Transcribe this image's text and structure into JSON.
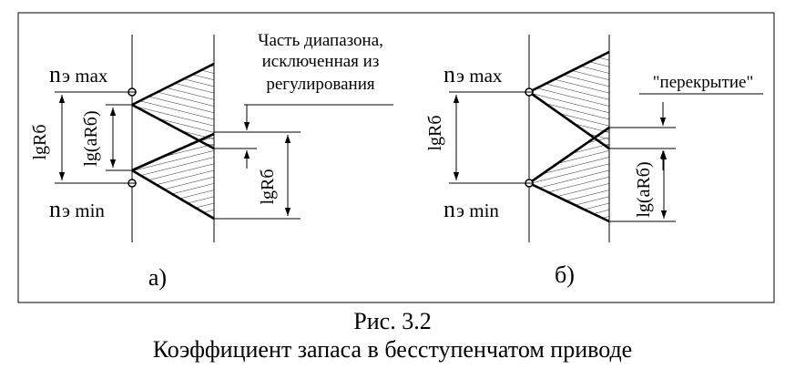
{
  "panel_a": {
    "annotation_lines": [
      "Часть диапазона,",
      "исключенная из",
      "регулирования"
    ],
    "n_max_sym": "n",
    "n_max_sub": "э max",
    "n_min_sym": "n",
    "n_min_sub": "э min",
    "lg_rb_left": "lgRб",
    "lg_arb": "lg(aRб)",
    "lg_rb_right": "lgRб",
    "label": "а)"
  },
  "panel_b": {
    "overlap_label": "\"перекрытие\"",
    "n_max_sym": "n",
    "n_max_sub": "э max",
    "n_min_sym": "n",
    "n_min_sub": "э min",
    "lg_rb": "lgRб",
    "lg_arb": "lg(aRб)",
    "label": "б)"
  },
  "caption": {
    "figure_number": "Рис. 3.2",
    "title": "Коэффициент запаса в бесступенчатом приводе"
  }
}
